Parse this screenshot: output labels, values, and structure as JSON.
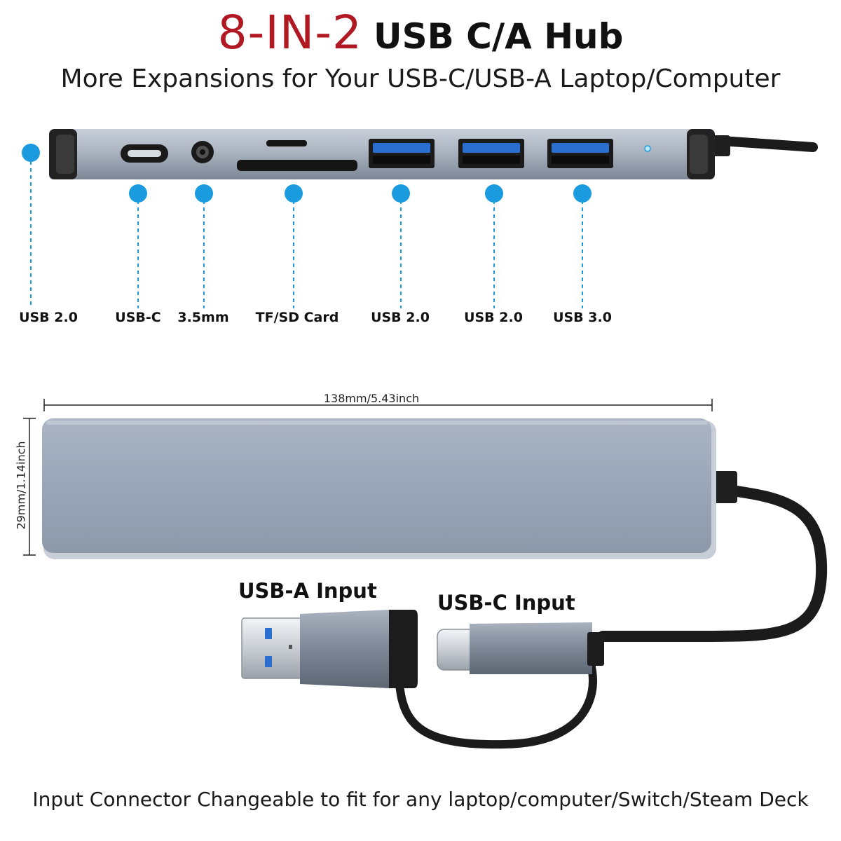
{
  "header": {
    "title_highlight": "8-IN-2",
    "title_main": "USB C/A Hub",
    "subtitle": "More Expansions for Your USB-C/USB-A Laptop/Computer"
  },
  "ports": [
    {
      "label": "USB 2.0"
    },
    {
      "label": "USB-C"
    },
    {
      "label": "3.5mm"
    },
    {
      "label": "TF/SD Card"
    },
    {
      "label": "USB 2.0"
    },
    {
      "label": "USB 2.0"
    },
    {
      "label": "USB 3.0"
    }
  ],
  "dimensions": {
    "width": "138mm/5.43inch",
    "height": "29mm/1.14inch"
  },
  "inputs": {
    "usb_a": "USB-A Input",
    "usb_c": "USB-C Input"
  },
  "footer": "Input Connector Changeable to fit for any laptop/computer/Switch/Steam Deck",
  "colors": {
    "title_red": "#b01822",
    "callout_blue": "#1a9be0",
    "hub_gray": "#9aa6b8",
    "usb3_blue": "#2a6fd0"
  }
}
